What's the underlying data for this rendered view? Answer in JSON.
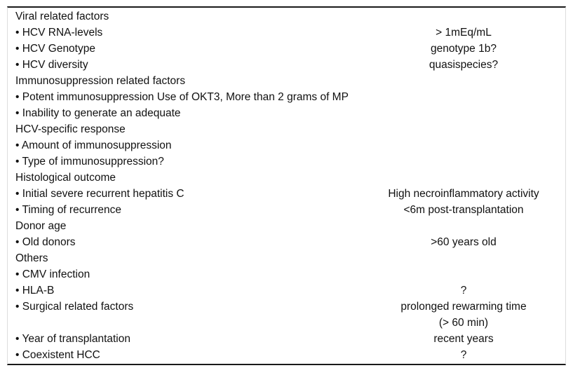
{
  "page": {
    "background_color": "#ffffff",
    "text_color": "#111111",
    "rule_color": "#1a1a1a",
    "box_border_color": "#dcdcdc"
  },
  "table": {
    "rows": [
      {
        "left": "Viral related factors",
        "right": ""
      },
      {
        "left": "• HCV RNA-levels",
        "right": "> 1mEq/mL"
      },
      {
        "left": "• HCV Genotype",
        "right": "genotype 1b?"
      },
      {
        "left": "• HCV diversity",
        "right": "quasispecies?"
      },
      {
        "left": "Immunosuppression related factors",
        "right": ""
      },
      {
        "left": "• Potent immunosuppression Use of OKT3, More than 2 grams of MP",
        "right": ""
      },
      {
        "left": "• Inability to generate an adequate",
        "right": ""
      },
      {
        "left": "HCV-specific response",
        "right": ""
      },
      {
        "left": "• Amount of immunosuppression",
        "right": ""
      },
      {
        "left": "• Type of immunosuppression?",
        "right": ""
      },
      {
        "left": "Histological outcome",
        "right": ""
      },
      {
        "left": "• Initial severe recurrent hepatitis C",
        "right": "High necroinflammatory activity"
      },
      {
        "left": "• Timing of recurrence",
        "right": "<6m post-transplantation"
      },
      {
        "left": "Donor age",
        "right": ""
      },
      {
        "left": "• Old donors",
        "right": ">60 years old"
      },
      {
        "left": "Others",
        "right": ""
      },
      {
        "left": "• CMV infection",
        "right": ""
      },
      {
        "left": "• HLA-B",
        "right": "?"
      },
      {
        "left": "• Surgical related factors",
        "right": "prolonged rewarming time"
      },
      {
        "left": "",
        "right": "(> 60 min)"
      },
      {
        "left": "• Year of transplantation",
        "right": "recent years"
      },
      {
        "left": "• Coexistent HCC",
        "right": "?"
      }
    ]
  }
}
